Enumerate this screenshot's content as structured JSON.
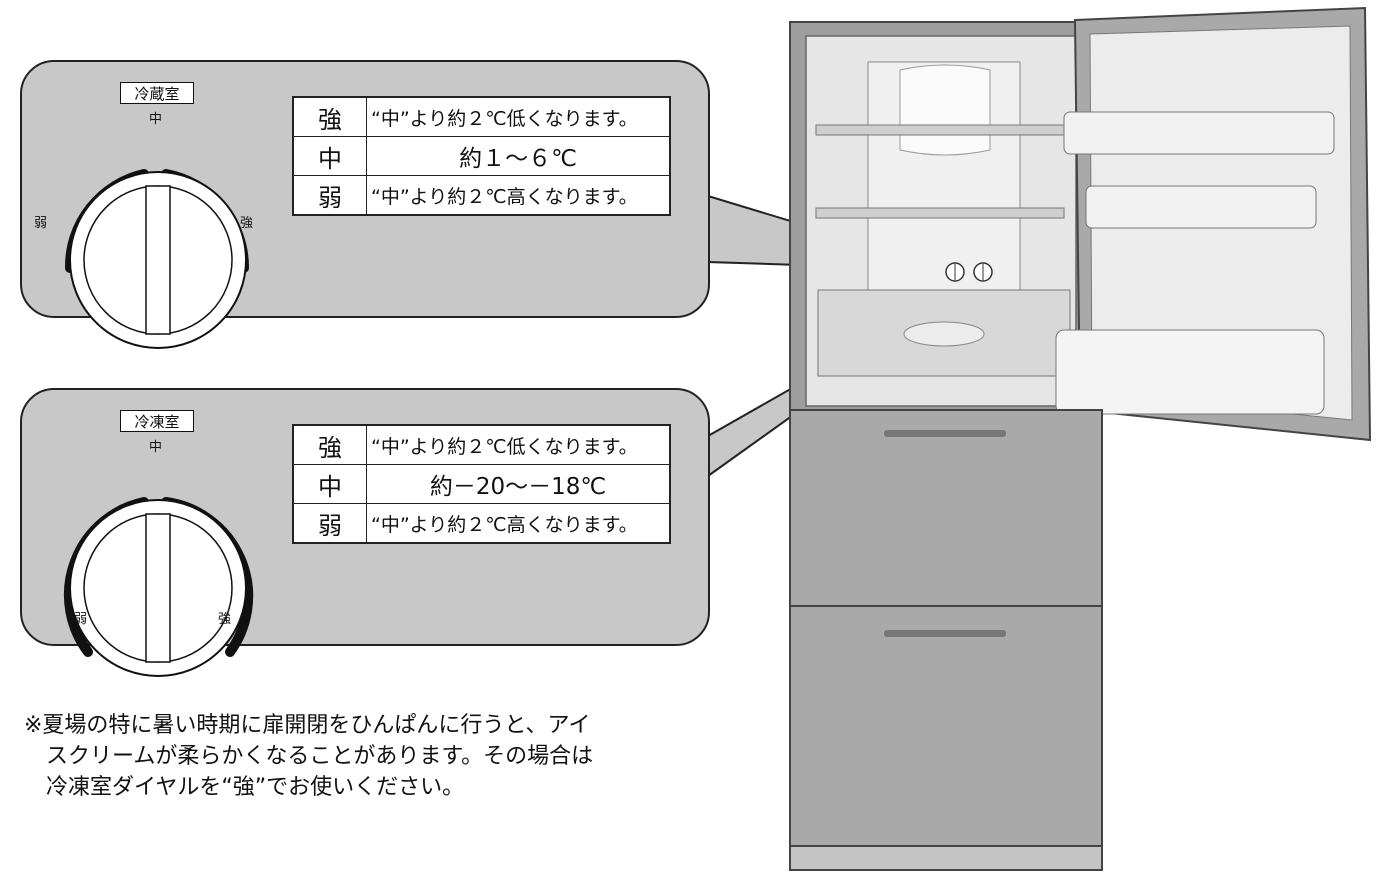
{
  "fridge_panel": {
    "room_label": "冷蔵室",
    "dial": {
      "mid": "中",
      "weak": "弱",
      "strong": "強"
    },
    "rows": [
      {
        "level": "強",
        "description": "“中”より約２℃低くなります。"
      },
      {
        "level": "中",
        "description": "約１～６℃"
      },
      {
        "level": "弱",
        "description": "“中”より約２℃高くなります。"
      }
    ]
  },
  "freezer_panel": {
    "room_label": "冷凍室",
    "dial": {
      "mid": "中",
      "weak": "弱",
      "strong": "強"
    },
    "rows": [
      {
        "level": "強",
        "description": "“中”より約２℃低くなります。"
      },
      {
        "level": "中",
        "description": "約－20～－18℃"
      },
      {
        "level": "弱",
        "description": "“中”より約２℃高くなります。"
      }
    ]
  },
  "note": {
    "line1": "※夏場の特に暑い時期に扉開閉をひんぱんに行うと、アイ",
    "line2": "スクリームが柔らかくなることがあります。その場合は",
    "line3": "冷凍室ダイヤルを“強”でお使いください。"
  },
  "colors": {
    "panel_bg": "#c8c8c8",
    "fridge_body": "#a9a9a9",
    "interior": "#e6e6e6"
  }
}
